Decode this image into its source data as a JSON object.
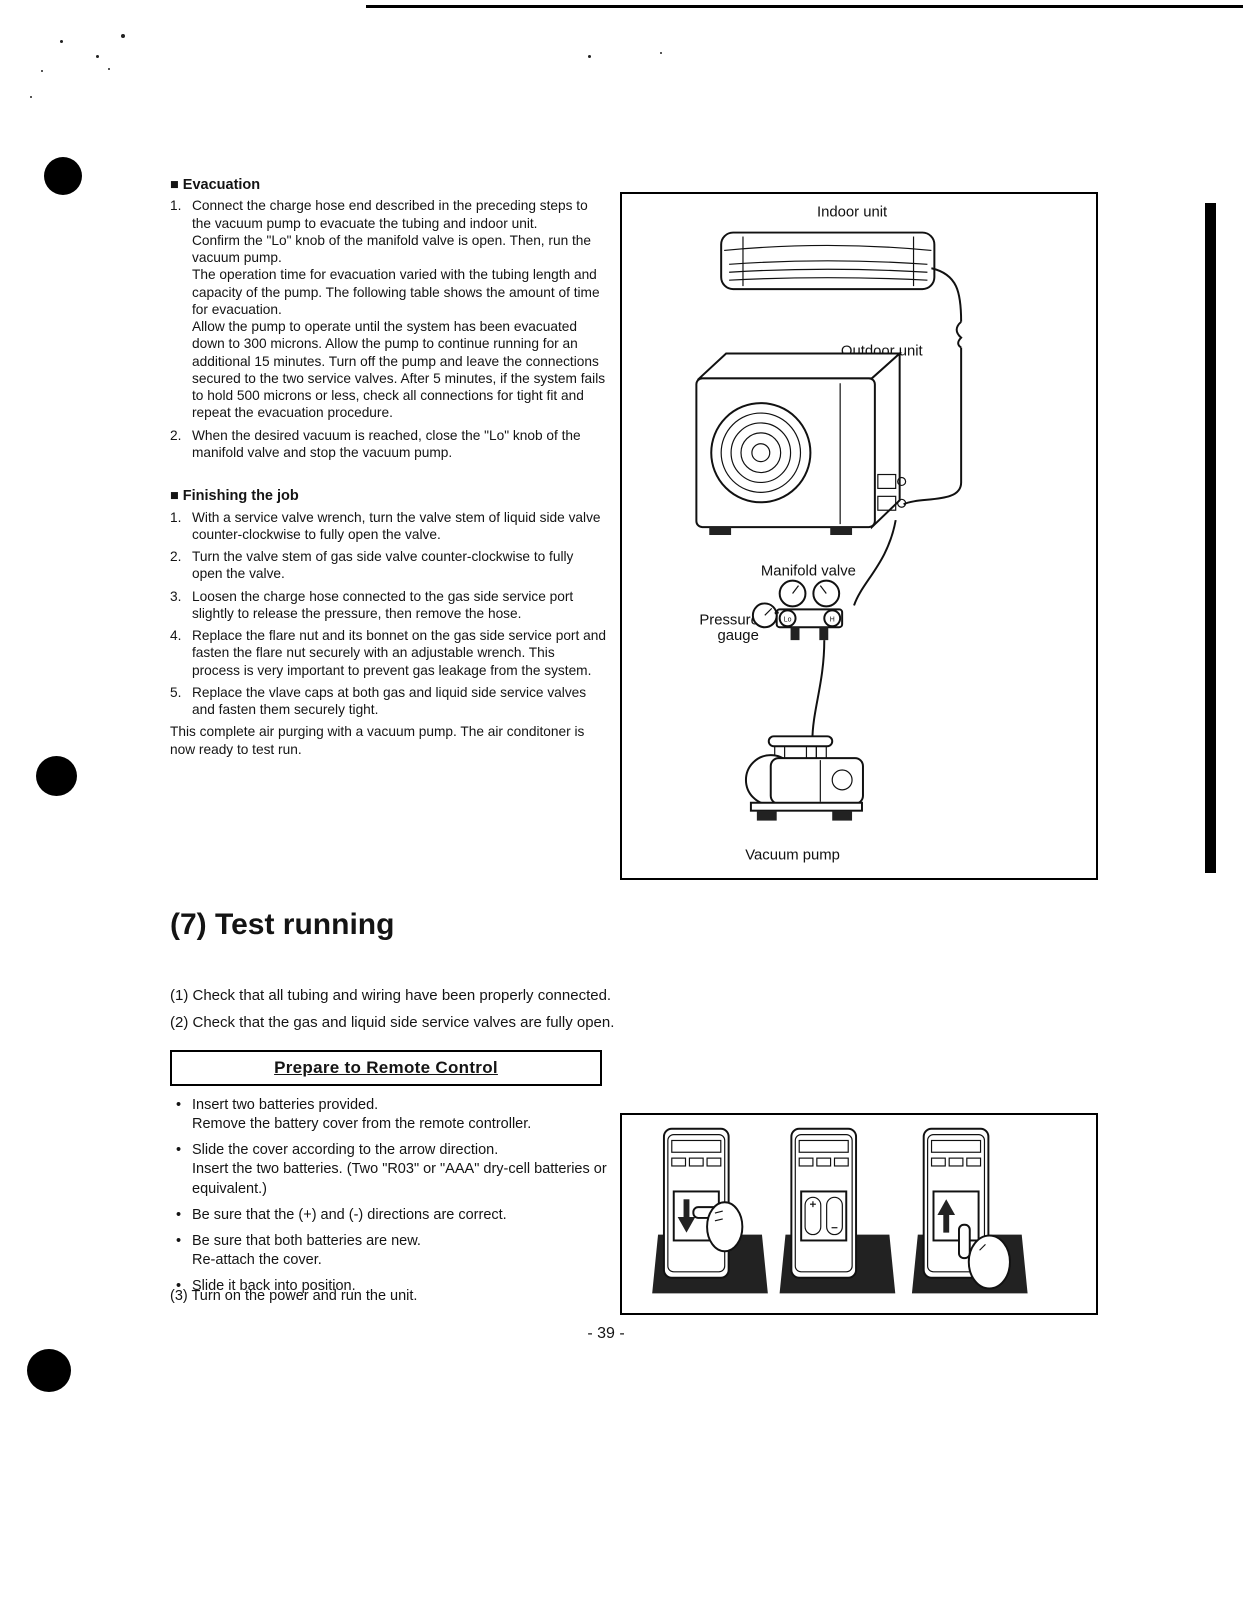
{
  "page": {
    "number": "- 39 -"
  },
  "evacuation": {
    "heading": "■ Evacuation",
    "items": [
      {
        "num": "1.",
        "paras": [
          "Connect the charge hose end described in the preceding steps to the vacuum pump to evacuate the tubing and indoor unit.",
          "Confirm the \"Lo\" knob of the manifold valve is open. Then, run the vacuum pump.",
          "The operation time for evacuation varied with the tubing length and capacity of the pump. The following table shows the amount of time for evacuation.",
          "Allow the pump to operate until the system has been evacuated down to 300 microns. Allow the pump to continue running for an additional 15 minutes. Turn off the pump and leave the connections secured to the two service valves. After 5 minutes, if the system fails to hold 500 microns or less, check all connections for tight fit and repeat the evacuation procedure."
        ]
      },
      {
        "num": "2.",
        "paras": [
          "When the desired vacuum is reached, close the \"Lo\" knob of the manifold valve and stop the vacuum pump."
        ]
      }
    ]
  },
  "finishing": {
    "heading": "■ Finishing the job",
    "items": [
      {
        "num": "1.",
        "paras": [
          "With a service valve wrench, turn the valve stem of liquid side valve counter-clockwise to fully open the valve."
        ]
      },
      {
        "num": "2.",
        "paras": [
          "Turn the valve stem of gas side valve counter-clockwise to fully open the valve."
        ]
      },
      {
        "num": "3.",
        "paras": [
          "Loosen the charge hose connected to the gas side service port slightly to release the pressure, then remove the hose."
        ]
      },
      {
        "num": "4.",
        "paras": [
          "Replace the flare nut and its bonnet on the gas side service port and fasten the flare nut securely with an adjustable wrench. This process is very important to prevent gas leakage from the system."
        ]
      },
      {
        "num": "5.",
        "paras": [
          "Replace the vlave caps at both gas and liquid side service valves and fasten them securely tight."
        ]
      }
    ],
    "closing": "This complete air purging with a vacuum pump. The air conditoner is now ready to test run."
  },
  "diagram": {
    "indoor_unit_label": "Indoor unit",
    "outdoor_unit_label": "Outdoor unit",
    "manifold_valve_label": "Manifold valve",
    "pressure_gauge_label_line1": "Pressure",
    "pressure_gauge_label_line2": "gauge",
    "vacuum_pump_label": "Vacuum pump",
    "knob_lo": "Lo",
    "knob_hi": "H"
  },
  "test_running": {
    "heading": "(7) Test running",
    "checks": [
      "(1) Check that all tubing and wiring have been properly connected.",
      "(2) Check that the gas and liquid side service valves are fully open."
    ],
    "prepare_title": "Prepare to Remote Control",
    "bullets": [
      {
        "lines": [
          "Insert two batteries provided.",
          "Remove the battery cover from the remote controller."
        ]
      },
      {
        "lines": [
          "Slide the cover according to the arrow direction.",
          "Insert the two batteries. (Two \"R03\" or \"AAA\" dry-cell batteries or equivalent.)"
        ]
      },
      {
        "lines": [
          "Be sure that the (+) and (-) directions are correct."
        ]
      },
      {
        "lines": [
          "Be sure that both batteries are new.",
          "Re-attach the cover."
        ]
      },
      {
        "lines": [
          "Slide it back into position."
        ]
      }
    ],
    "final_step": "(3) Turn on the power and run the unit."
  }
}
